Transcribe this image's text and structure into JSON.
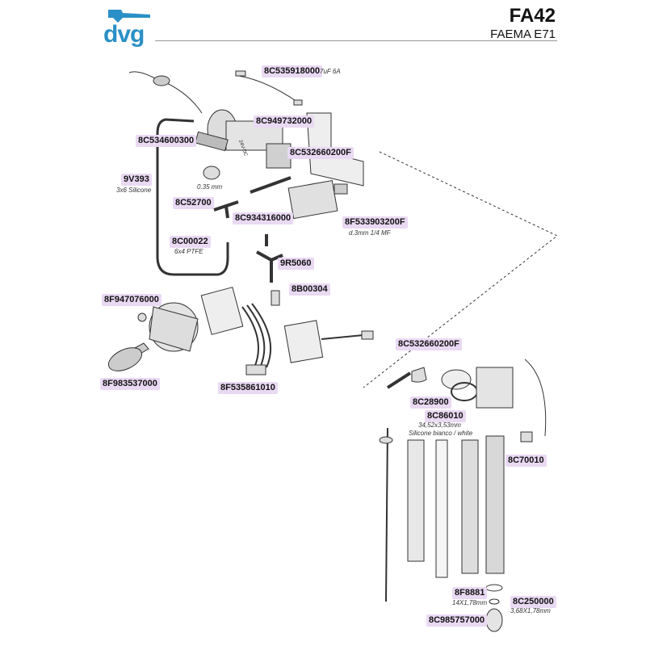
{
  "header": {
    "logo": "dvg",
    "code": "FA42",
    "model": "FAEMA E71"
  },
  "parts": [
    {
      "id": "p1",
      "label": "8C535918000",
      "note": "7uF 6A"
    },
    {
      "id": "p2",
      "label": "8C949732000",
      "note": ""
    },
    {
      "id": "p3",
      "label": "8C534600300",
      "note": ""
    },
    {
      "id": "p4",
      "label": "8C532660200F",
      "note": ""
    },
    {
      "id": "p5",
      "label": "9V393",
      "note": "3x6 Silicone"
    },
    {
      "id": "p6",
      "label": "8C52700",
      "note": ""
    },
    {
      "id": "p7",
      "label": "8C934316000",
      "note": ""
    },
    {
      "id": "p8",
      "label": "8F533903200F",
      "note": "d.3mm 1/4 MF"
    },
    {
      "id": "p9",
      "label": "8C00022",
      "note": "6x4 PTFE"
    },
    {
      "id": "p10",
      "label": "9R5060",
      "note": ""
    },
    {
      "id": "p11",
      "label": "8B00304",
      "note": ""
    },
    {
      "id": "p12",
      "label": "8F947076000",
      "note": ""
    },
    {
      "id": "p13",
      "label": "8C532660200F",
      "note": ""
    },
    {
      "id": "p14",
      "label": "8F983537000",
      "note": ""
    },
    {
      "id": "p15",
      "label": "8F535861010",
      "note": ""
    },
    {
      "id": "p16",
      "label": "8C28900",
      "note": ""
    },
    {
      "id": "p17",
      "label": "8C86010",
      "note": "34,52x3,53mm"
    },
    {
      "id": "p18",
      "label": "8C70010",
      "note": ""
    },
    {
      "id": "p19",
      "label": "8F8881",
      "note": "14X1,78mm"
    },
    {
      "id": "p20",
      "label": "8C250000",
      "note": "3,68X1,78mm"
    },
    {
      "id": "p21",
      "label": "8C985757000",
      "note": ""
    }
  ],
  "extra_notes": {
    "size_035": "0.35 mm",
    "motor_label": "24V-DC",
    "silicone": "Silicone bianco / white"
  },
  "colors": {
    "label_bg": "#ead9f3",
    "logo_blue": "#2a8fc7"
  }
}
